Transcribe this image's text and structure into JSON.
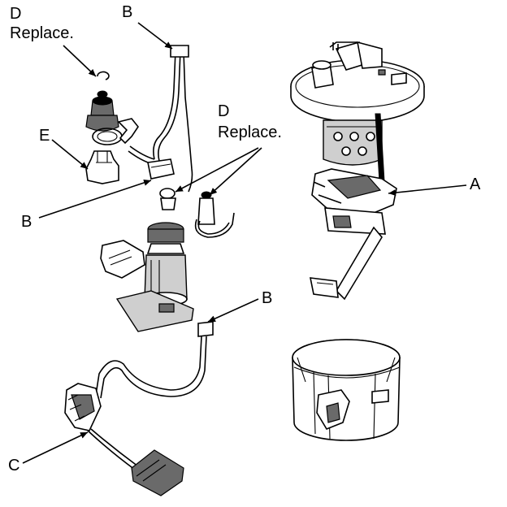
{
  "figure": {
    "callouts": {
      "d_top_letter": "D",
      "d_top_note": "Replace.",
      "b_top": "B",
      "d_mid_letter": "D",
      "d_mid_note": "Replace.",
      "e_left": "E",
      "b_left": "B",
      "a_right": "A",
      "b_middle": "B",
      "c_bottom": "C"
    },
    "colors": {
      "line": "#000000",
      "background": "#ffffff",
      "shade_light": "#cfcfcf",
      "shade_dark": "#6a6a6a"
    }
  }
}
